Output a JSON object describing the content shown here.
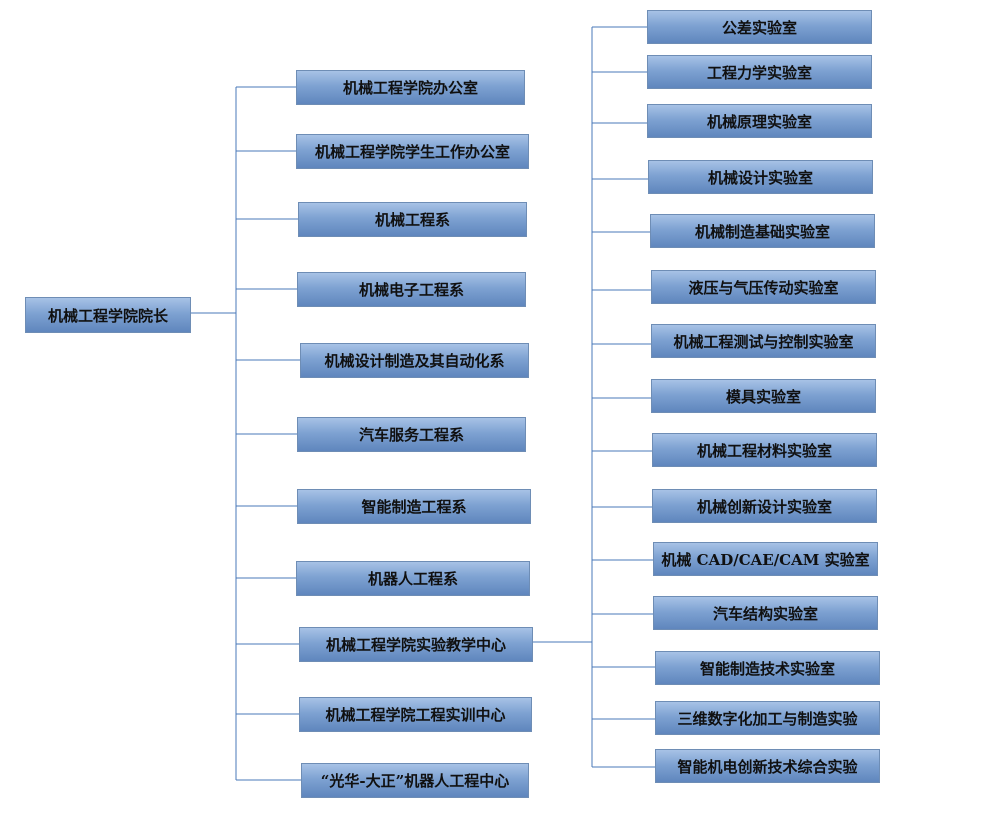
{
  "root": {
    "label": "机械工程学院院长"
  },
  "departments": [
    {
      "label": "机械工程学院办公室"
    },
    {
      "label": "机械工程学院学生工作办公室"
    },
    {
      "label": "机械工程系"
    },
    {
      "label": "机械电子工程系"
    },
    {
      "label": "机械设计制造及其自动化系"
    },
    {
      "label": "汽车服务工程系"
    },
    {
      "label": "智能制造工程系"
    },
    {
      "label": "机器人工程系"
    },
    {
      "label": "机械工程学院实验教学中心"
    },
    {
      "label": "机械工程学院工程实训中心"
    },
    {
      "label": "“光华-大正”机器人工程中心"
    }
  ],
  "labs": [
    {
      "label": "公差实验室"
    },
    {
      "label": "工程力学实验室"
    },
    {
      "label": "机械原理实验室"
    },
    {
      "label": "机械设计实验室"
    },
    {
      "label": "机械制造基础实验室"
    },
    {
      "label": "液压与气压传动实验室"
    },
    {
      "label": "机械工程测试与控制实验室"
    },
    {
      "label": "模具实验室"
    },
    {
      "label": "机械工程材料实验室"
    },
    {
      "label": "机械创新设计实验室"
    },
    {
      "label": "机械 CAD/CAE/CAM 实验室"
    },
    {
      "label": "汽车结构实验室"
    },
    {
      "label": "智能制造技术实验室"
    },
    {
      "label": "三维数字化加工与制造实验"
    },
    {
      "label": "智能机电创新技术综合实验"
    }
  ]
}
